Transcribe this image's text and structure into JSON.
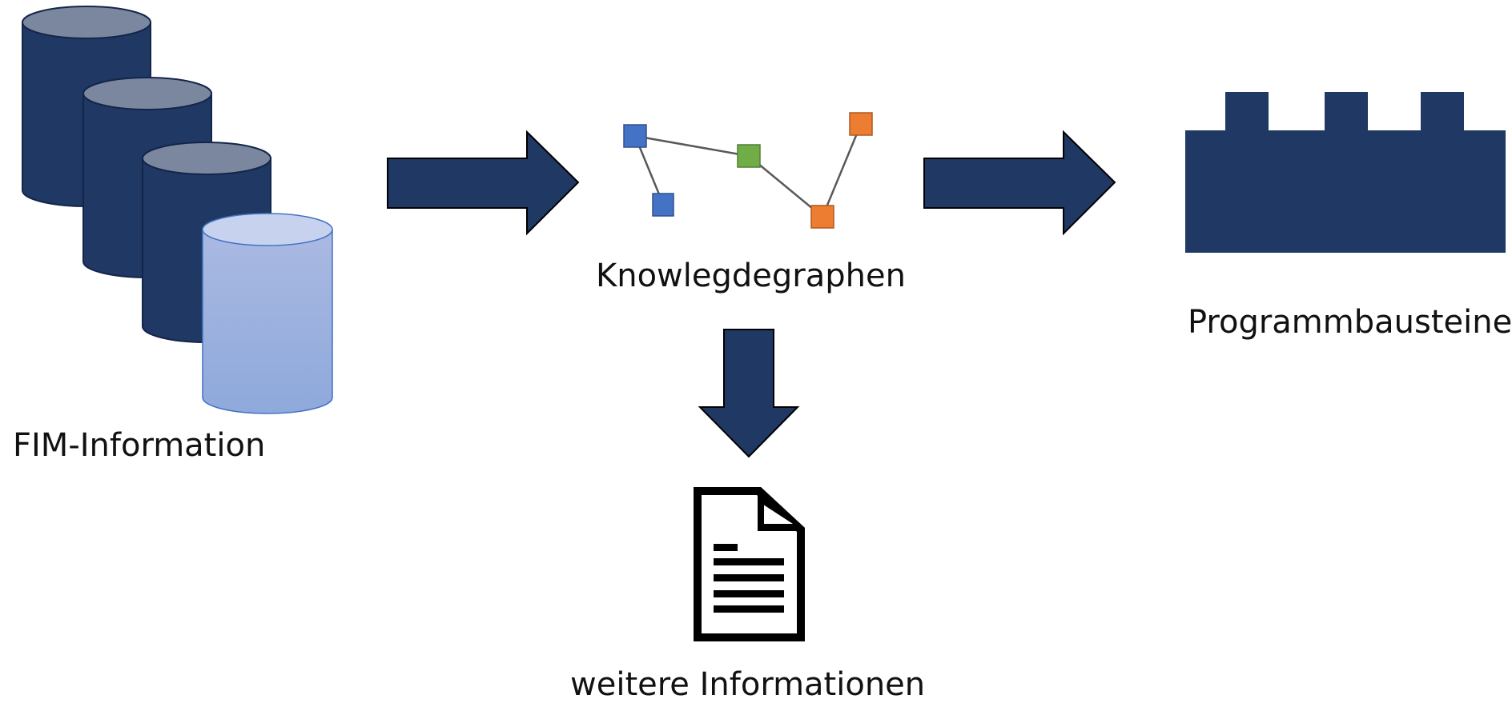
{
  "labels": {
    "fim_information": "FIM-Information",
    "knowledge_graphs": "Knowlegdegraphen",
    "program_blocks": "Programmbausteine",
    "further_information": "weitere Informationen"
  },
  "colors": {
    "navy": "#1f3864",
    "cylinder_top": "#7a879f",
    "light_cylinder": "#8ea9db",
    "light_cylinder_top": "#c7d3ee",
    "node_blue": "#4472c4",
    "node_green": "#70ad47",
    "node_orange": "#ed7d31",
    "edge_gray": "#595959"
  },
  "icons": {
    "database": "database-stack-icon",
    "graph": "knowledge-graph-icon",
    "blocks": "lego-brick-icon",
    "document": "document-icon"
  }
}
